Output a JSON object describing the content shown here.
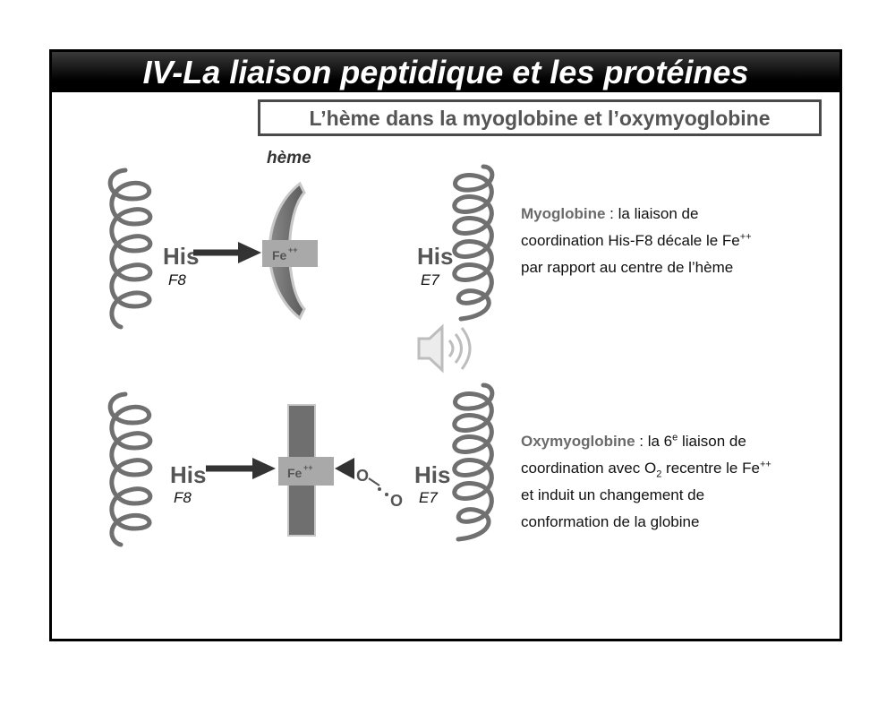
{
  "title": "IV-La liaison peptidique et les protéines",
  "subtitle": "L’hème dans la myoglobine et l’oxymyoglobine",
  "top": {
    "heme_label": "hème",
    "his_left": "His",
    "his_left_sub": "F8",
    "fe_label": "Fe",
    "fe_charge": "++",
    "his_right": "His",
    "his_right_sub": "E7"
  },
  "bottom": {
    "his_left": "His",
    "his_left_sub": "F8",
    "fe_label": "Fe",
    "fe_charge": "++",
    "o_a": "O",
    "o_b": "O",
    "his_right": "His",
    "his_right_sub": "E7"
  },
  "desc_myo": {
    "term": "Myoglobine",
    "part1": " : la liaison de",
    "part2": "coordination His-F8 décale le Fe",
    "charge": "++",
    "part3": "par rapport au centre de l’hème"
  },
  "desc_oxy": {
    "term": "Oxymyoglobine",
    "part1": " : la 6",
    "sup_e": "e",
    "part1b": " liaison de",
    "part2": "coordination avec O",
    "o2_sub": "2",
    "part2b": " recentre le Fe",
    "charge": "++",
    "part3": "et induit un changement de",
    "part4": "conformation de la globine"
  },
  "icons": {
    "audio": "speaker-icon"
  },
  "colors": {
    "helix": "#707070",
    "heme": "#6f6f6f",
    "fe_box": "#a9a9a9",
    "arrow": "#333333",
    "term": "#6a6a6a"
  }
}
